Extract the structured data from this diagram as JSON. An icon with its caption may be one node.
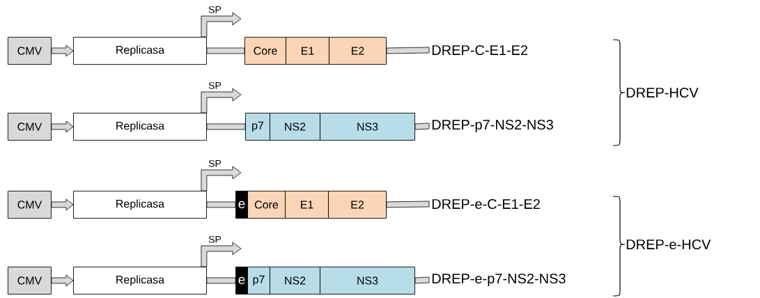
{
  "diagram": {
    "nodes": [
      {
        "text": [
          "CMV"
        ]
      },
      {
        "text": [
          "Replicasa"
        ]
      },
      {
        "text": [
          "Core"
        ]
      },
      {
        "text": [
          "E1"
        ]
      },
      {
        "text": [
          "E2"
        ]
      },
      {
        "text": [
          "DREP-C-E1-E2"
        ]
      },
      {
        "text": [
          "CMV"
        ]
      },
      {
        "text": [
          "Replicasa"
        ]
      },
      {
        "text": [
          "p7"
        ]
      },
      {
        "text": [
          "NS2"
        ]
      },
      {
        "text": [
          "NS3"
        ]
      },
      {
        "text": [
          "DREP-p7-NS2-NS3"
        ]
      },
      {
        "text": [
          "CMV"
        ]
      },
      {
        "text": [
          "Replicasa"
        ]
      },
      {
        "text": [
          "e"
        ]
      },
      {
        "text": [
          "Core"
        ]
      },
      {
        "text": [
          "E1"
        ]
      },
      {
        "text": [
          "E2"
        ]
      },
      {
        "text": [
          "DREP-e-C-E1-E2"
        ]
      },
      {
        "text": [
          "CMV"
        ]
      },
      {
        "text": [
          "Replicasa"
        ]
      },
      {
        "text": [
          "e"
        ]
      },
      {
        "text": [
          "p7"
        ]
      },
      {
        "text": [
          "NS2"
        ]
      },
      {
        "text": [
          "NS3"
        ]
      },
      {
        "text": [
          "DREP-e-p7-NS2-NS3"
        ]
      }
    ],
    "edges": [
      {
        "from": 0,
        "to": 1,
        "arrow": "to"
      },
      {
        "from": 1,
        "to": null,
        "arrow": "to",
        "label": "SP"
      },
      {
        "from": 1,
        "to": 2,
        "arrow": "none"
      },
      {
        "from": 4,
        "to": 5,
        "arrow": "none"
      },
      {
        "from": 6,
        "to": 7,
        "arrow": "to"
      },
      {
        "from": 7,
        "to": null,
        "arrow": "to",
        "label": "SP"
      },
      {
        "from": 7,
        "to": 8,
        "arrow": "none"
      },
      {
        "from": 10,
        "to": 11,
        "arrow": "none"
      },
      {
        "from": 12,
        "to": 13,
        "arrow": "to"
      },
      {
        "from": 13,
        "to": null,
        "arrow": "to",
        "label": "SP"
      },
      {
        "from": 13,
        "to": 14,
        "arrow": "none"
      },
      {
        "from": 17,
        "to": 18,
        "arrow": "none"
      },
      {
        "from": 19,
        "to": 20,
        "arrow": "to"
      },
      {
        "from": 20,
        "to": null,
        "arrow": "to",
        "label": "SP"
      },
      {
        "from": 20,
        "to": 21,
        "arrow": "none"
      },
      {
        "from": 24,
        "to": 25,
        "arrow": "none"
      }
    ],
    "labels": [
      "DREP-HCV",
      "DREP-e-HCV"
    ]
  }
}
